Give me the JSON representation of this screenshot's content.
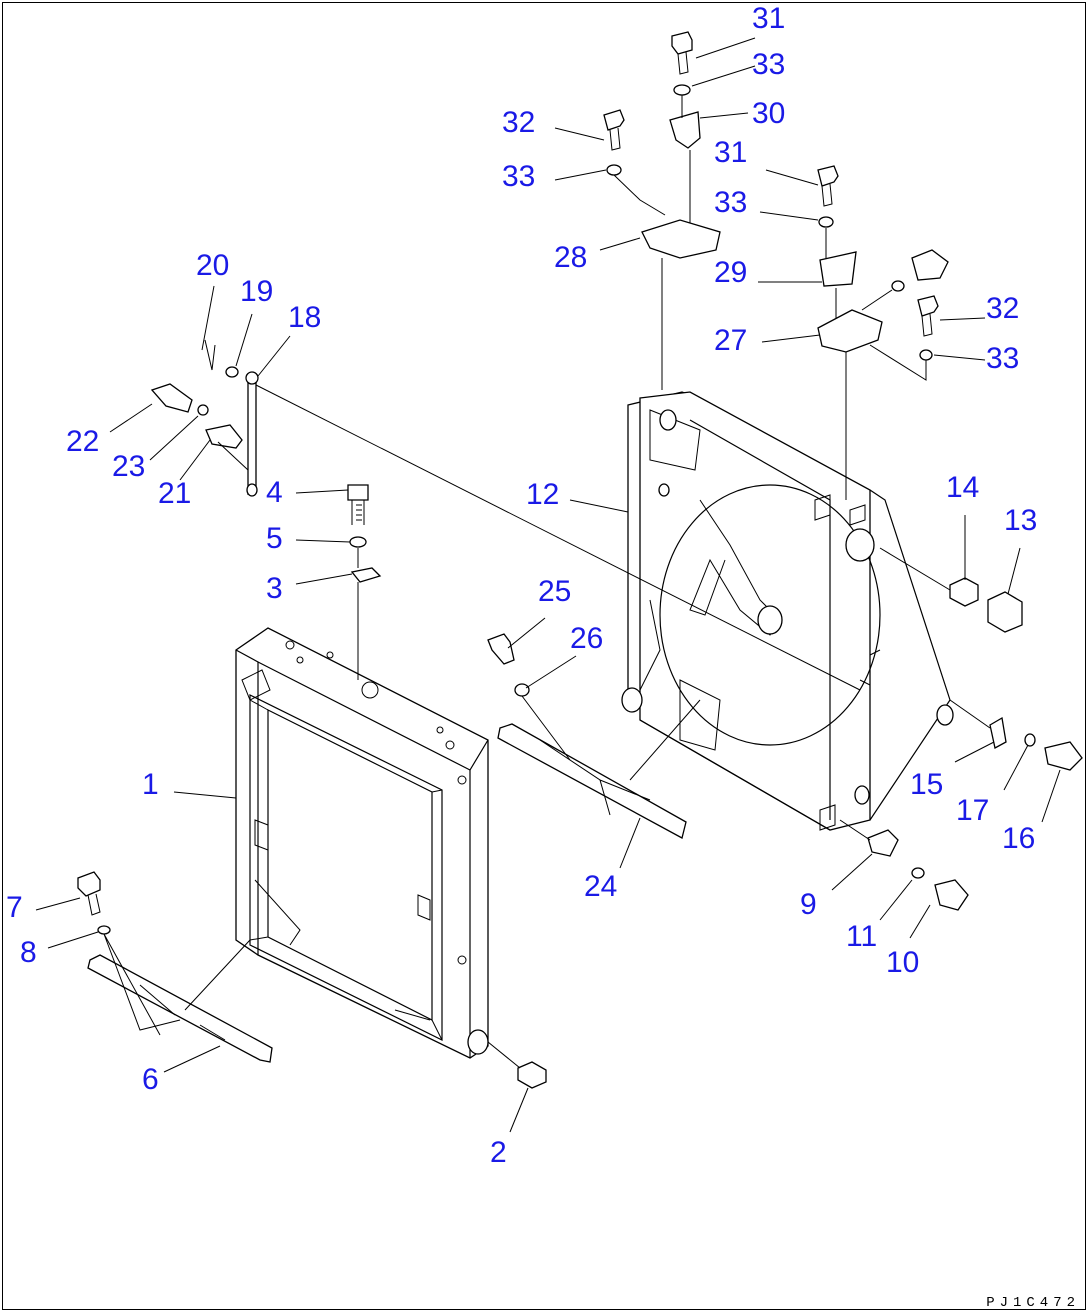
{
  "drawing_code": "PJ1C472",
  "callouts": [
    "1",
    "2",
    "3",
    "4",
    "5",
    "6",
    "7",
    "8",
    "9",
    "10",
    "11",
    "12",
    "13",
    "14",
    "15",
    "16",
    "17",
    "18",
    "19",
    "20",
    "21",
    "22",
    "23",
    "24",
    "25",
    "26",
    "27",
    "28",
    "29",
    "30",
    "31",
    "31",
    "32",
    "32",
    "33",
    "33",
    "33",
    "33"
  ],
  "colors": {
    "callout": "#1a1ae6",
    "line": "#000000",
    "background": "#ffffff"
  }
}
